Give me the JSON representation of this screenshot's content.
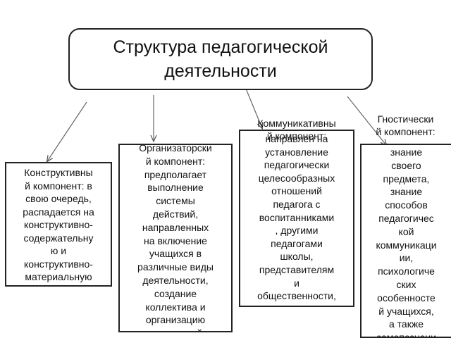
{
  "title": "Структура педагогической\nдеятельности",
  "components": {
    "constructive": "Конструктивны\nй компонент: в\nсвою очередь,\nраспадается на\nконструктивно-\nсодержательну\nю и\nконструктивно-\nматериальную",
    "organizational": "Организаторски\nй компонент:\nпредполагает\nвыполнение\nсистемы\nдействий,\nнаправленных\nна включение\nучащихся в\nразличные виды\nдеятельности,\nсоздание\nколлектива и\nорганизацию\nсовместной",
    "communicative_head": "Коммуникативны\nй компонент:",
    "communicative": "направлен на\nустановление\nпедагогически\nцелесообразных\nотношений\nпедагога с\nвоспитанниками\n, другими\nпедагогами\nшколы,\nпредставителям\nи\nобщественности,\nродителями",
    "gnostic_head": "Гностически\nй компонент:",
    "gnostic": "знание\nсвоего\nпредмета,\nзнание\nспособов\nпедагогичес\nкой\nкоммуникаци\nии,\nпсихологиче\nских\nособенносте\nй учащихся,\nа также\nсамопознани"
  }
}
